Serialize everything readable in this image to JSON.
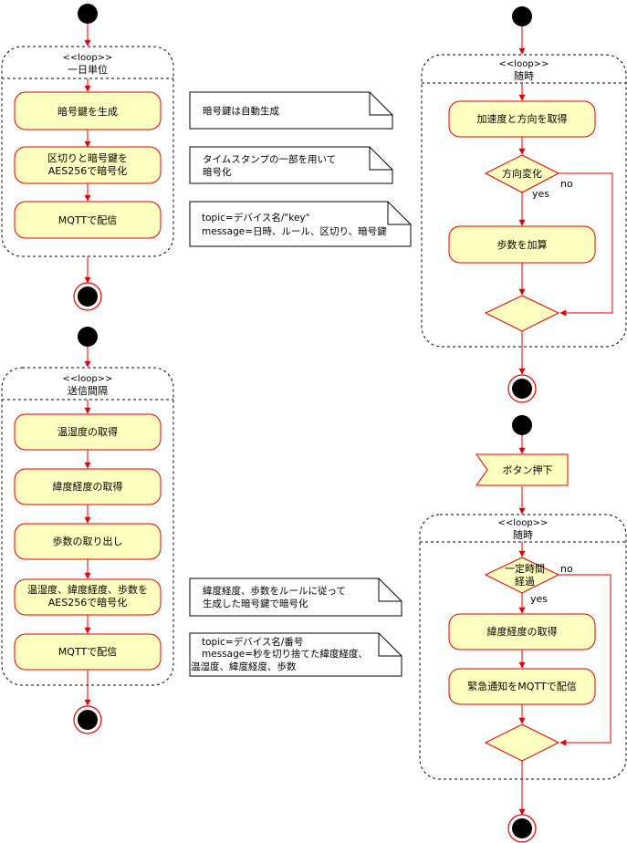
{
  "diagram": {
    "loop1": {
      "stereotype": "<<loop>>",
      "title": "一日単位"
    },
    "loop2": {
      "stereotype": "<<loop>>",
      "title": "送信間隔"
    },
    "loop3": {
      "stereotype": "<<loop>>",
      "title": "随時"
    },
    "loop4": {
      "stereotype": "<<loop>>",
      "title": "随時"
    },
    "flow1": {
      "gen_key": [
        "暗号鍵を生成"
      ],
      "encrypt": [
        "区切りと暗号鍵を",
        "AES256で暗号化"
      ],
      "mqtt": [
        "MQTTで配信"
      ]
    },
    "flow2": {
      "temp": [
        "温湿度の取得"
      ],
      "latlon": [
        "緯度経度の取得"
      ],
      "steps": [
        "歩数の取り出し"
      ],
      "encrypt": [
        "温湿度、緯度経度、歩数を",
        "AES256で暗号化"
      ],
      "mqtt": [
        "MQTTで配信"
      ]
    },
    "flow3": {
      "accel": [
        "加速度と方向を取得"
      ],
      "decision": [
        "方向変化"
      ],
      "yes": "yes",
      "no": "no",
      "add_steps": [
        "歩数を加算"
      ]
    },
    "flow4": {
      "signal": "ボタン押下",
      "decision": [
        "一定時間",
        "経過"
      ],
      "yes": "yes",
      "no": "no",
      "latlon": [
        "緯度経度の取得"
      ],
      "notify": [
        "緊急通知をMQTTで配信"
      ]
    },
    "notes": {
      "n1": [
        "暗号鍵は自動生成"
      ],
      "n2": [
        "タイムスタンプの一部を用いて",
        "暗号化"
      ],
      "n3": [
        "topic=デバイス名/\"key\"",
        "message=日時、ルール、区切り、暗号鍵"
      ],
      "n4": [
        "緯度経度、歩数をルールに従って",
        "生成した暗号鍵で暗号化"
      ],
      "n5": [
        "topic=デバイス名/番号",
        "message=秒を切り捨てた緯度経度、",
        "温湿度、緯度経度、歩数"
      ]
    },
    "colors": {
      "node_fill": "#FFFFC0",
      "node_stroke": "#E00000",
      "edge": "#E00000",
      "dot": "#000000"
    }
  }
}
